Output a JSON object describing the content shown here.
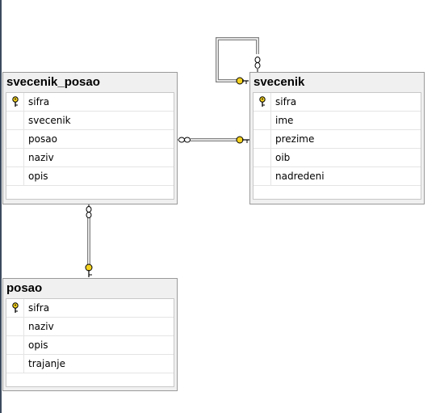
{
  "tables": {
    "svecenik_posao": {
      "title": "svecenik_posao",
      "columns": [
        {
          "name": "sifra",
          "primary_key": true
        },
        {
          "name": "svecenik",
          "primary_key": false
        },
        {
          "name": "posao",
          "primary_key": false
        },
        {
          "name": "naziv",
          "primary_key": false
        },
        {
          "name": "opis",
          "primary_key": false
        }
      ]
    },
    "svecenik": {
      "title": "svecenik",
      "columns": [
        {
          "name": "sifra",
          "primary_key": true
        },
        {
          "name": "ime",
          "primary_key": false
        },
        {
          "name": "prezime",
          "primary_key": false
        },
        {
          "name": "oib",
          "primary_key": false
        },
        {
          "name": "nadredeni",
          "primary_key": false
        }
      ]
    },
    "posao": {
      "title": "posao",
      "columns": [
        {
          "name": "sifra",
          "primary_key": true
        },
        {
          "name": "naziv",
          "primary_key": false
        },
        {
          "name": "opis",
          "primary_key": false
        },
        {
          "name": "trajanje",
          "primary_key": false
        }
      ]
    }
  },
  "relationships": [
    {
      "from": "svecenik_posao",
      "to": "svecenik",
      "type": "many-to-one"
    },
    {
      "from": "svecenik_posao",
      "to": "posao",
      "type": "many-to-one"
    },
    {
      "from": "svecenik",
      "to": "svecenik",
      "type": "self-reference"
    }
  ],
  "colors": {
    "key": "#f4d21f",
    "line": "#808080"
  }
}
